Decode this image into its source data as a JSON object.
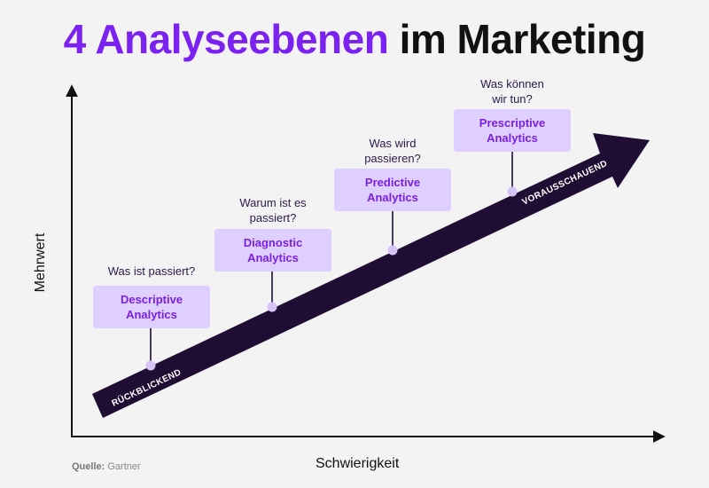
{
  "title": {
    "highlight": "4 Analyseebenen",
    "rest": "im Marketing"
  },
  "axes": {
    "y_label": "Mehrwert",
    "x_label": "Schwierigkeit"
  },
  "arrow": {
    "start_label": "RÜCKBLICKEND",
    "end_label": "VORAUSSCHAUEND"
  },
  "levels": [
    {
      "name": "Descriptive\nAnalytics",
      "question": "Was ist passiert?"
    },
    {
      "name": "Diagnostic\nAnalytics",
      "question": "Warum ist es\npassiert?"
    },
    {
      "name": "Predictive\nAnalytics",
      "question": "Was wird\npassieren?"
    },
    {
      "name": "Prescriptive\nAnalytics",
      "question": "Was können\nwir tun?"
    }
  ],
  "source": {
    "label": "Quelle:",
    "value": "Gartner"
  },
  "colors": {
    "accent": "#7b22f0",
    "box_fill": "#dfcfff",
    "box_text": "#7a1fe6",
    "arrow_fill": "#1f0d33",
    "dot": "#d7c4f7",
    "connector": "#1f0d33"
  }
}
